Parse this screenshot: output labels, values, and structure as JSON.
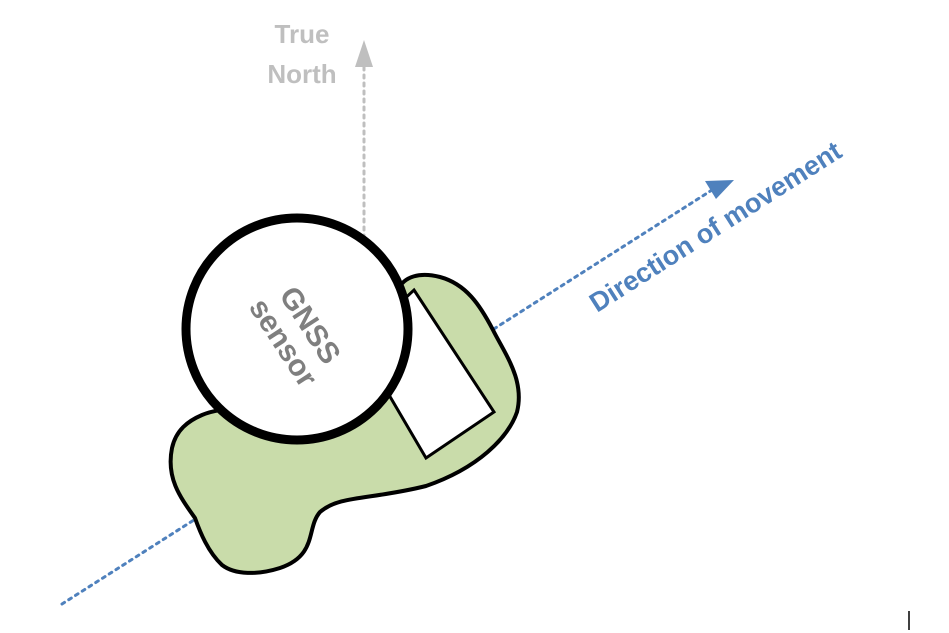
{
  "north_label": {
    "line1": "True",
    "line2": "North"
  },
  "movement_label": "Direction of movement",
  "sensor_label": {
    "line1": "GNSS",
    "line2": "sensor"
  },
  "colors": {
    "north_arrow": "#bfbfbf",
    "movement_arrow": "#4f81bd",
    "movement_text": "#4f81bd",
    "device_body": "#c9dcaa",
    "outline": "#000000",
    "sensor_text": "#7f7f7f"
  }
}
